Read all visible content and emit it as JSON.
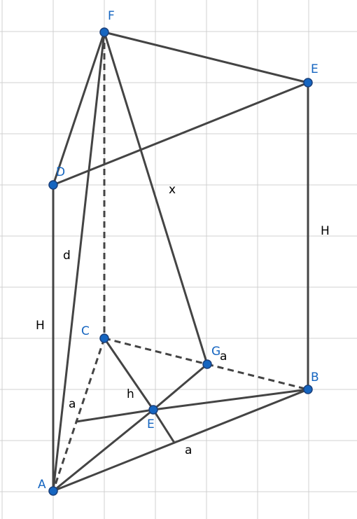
{
  "colors": {
    "point_fill": "#1565c0",
    "point_label": "#1565c0",
    "segment": "#444444",
    "grid": "#d0d0d0"
  },
  "points": {
    "F": "F",
    "E_top": "E",
    "D": "D",
    "C": "C",
    "G": "G",
    "B": "B",
    "E_mid": "E",
    "A": "A"
  },
  "segment_labels": {
    "x": "x",
    "d": "d",
    "H_left": "H",
    "H_right": "H",
    "h": "h",
    "a_left": "a",
    "a_bottom": "a",
    "a_g": "a"
  }
}
